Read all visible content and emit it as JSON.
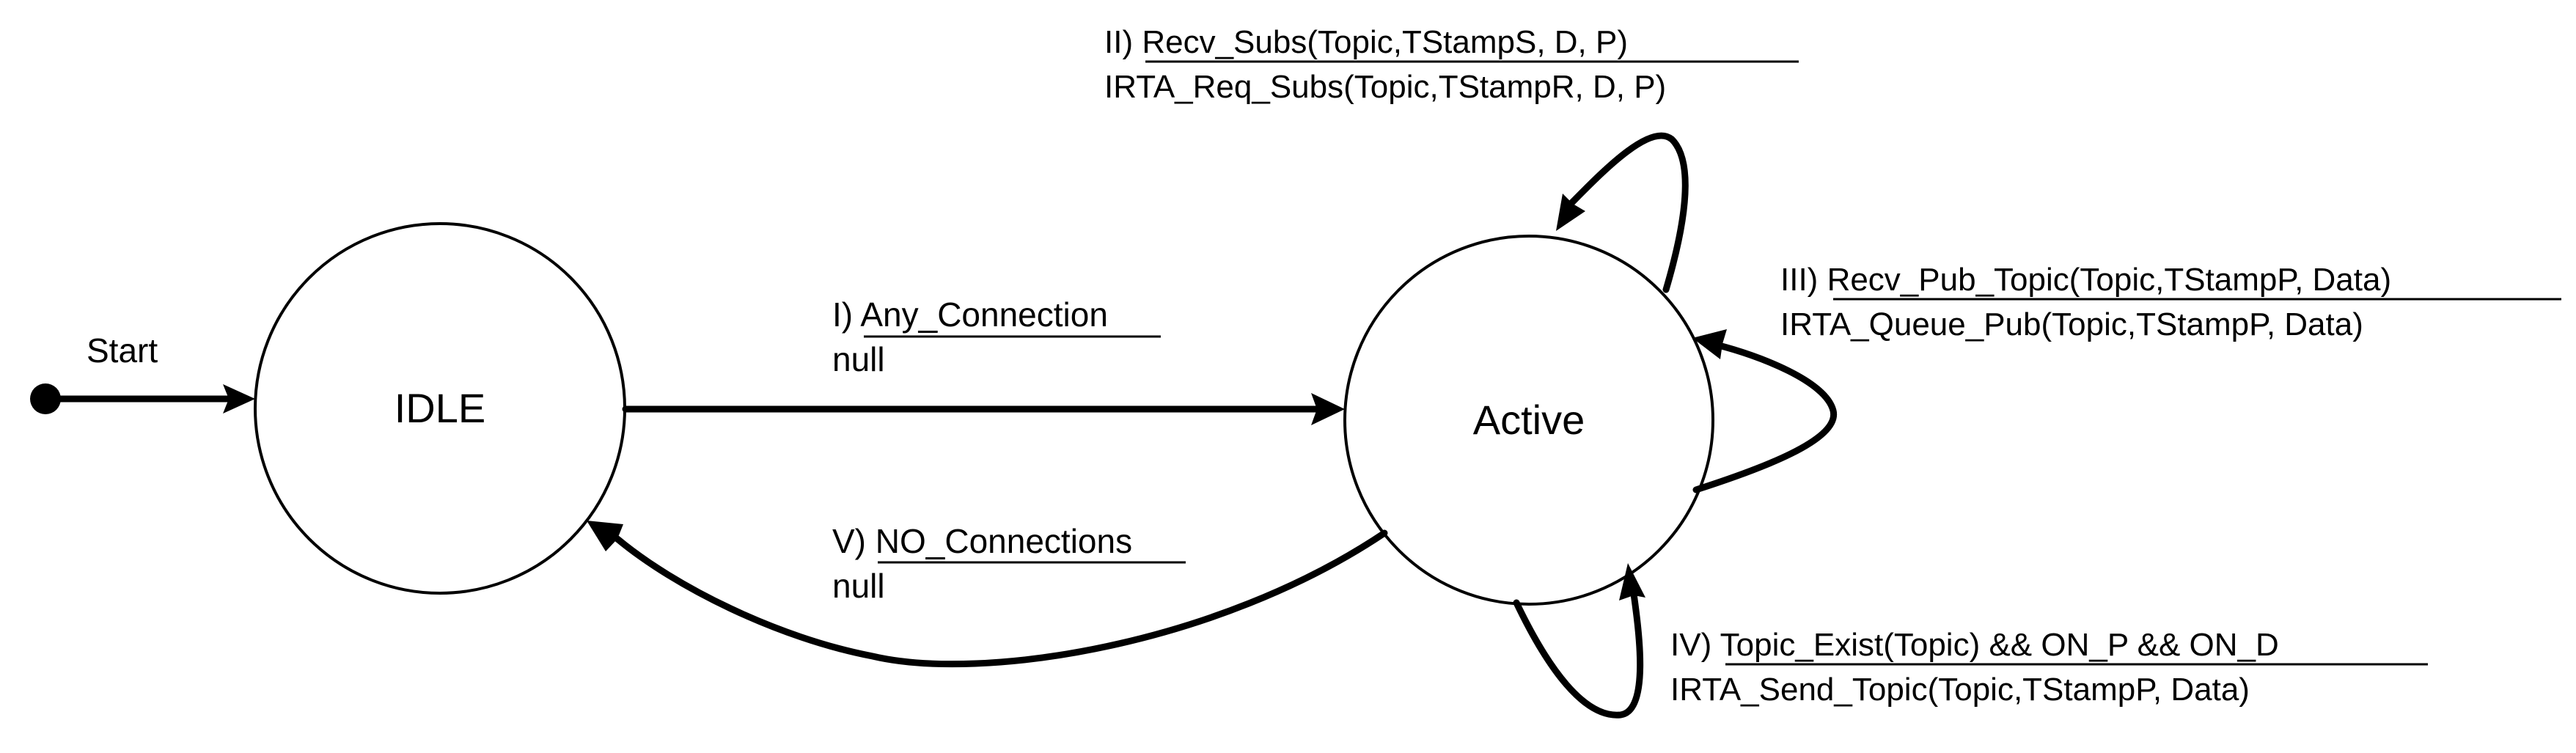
{
  "start": {
    "label": "Start"
  },
  "states": {
    "idle": {
      "label": "IDLE"
    },
    "active": {
      "label": "Active"
    }
  },
  "transitions": [
    {
      "id": "t1",
      "number": "I)",
      "condition": "Any_Connection",
      "action": "null"
    },
    {
      "id": "t2",
      "number": "II)",
      "condition": "Recv_Subs(Topic,TStampS, D, P)",
      "action": "IRTA_Req_Subs(Topic,TStampR, D, P)"
    },
    {
      "id": "t3",
      "number": "III)",
      "condition": "Recv_Pub_Topic(Topic,TStampP, Data)",
      "action": "IRTA_Queue_Pub(Topic,TStampP, Data)"
    },
    {
      "id": "t4",
      "number": "IV)",
      "condition": "Topic_Exist(Topic) && ON_P && ON_D",
      "action": "IRTA_Send_Topic(Topic,TStampP, Data)"
    },
    {
      "id": "t5",
      "number": "V)",
      "condition": "NO_Connections",
      "action": "null"
    }
  ]
}
